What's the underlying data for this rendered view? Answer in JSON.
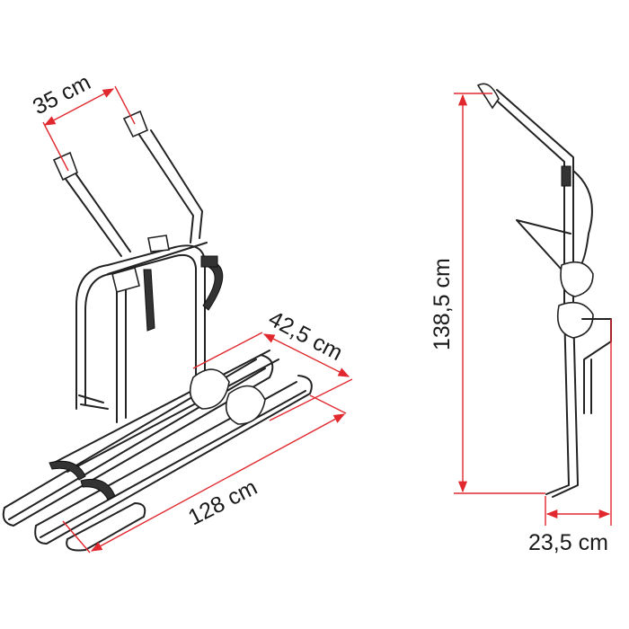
{
  "title": "Bike rack dimensions",
  "colors": {
    "dimension": "#e0282e",
    "line": "#222222"
  },
  "dimensions": {
    "arm_spacing": "35 cm",
    "rail_spacing": "42,5 cm",
    "rail_length": "128 cm",
    "height": "138,5 cm",
    "depth": "23,5 cm"
  }
}
